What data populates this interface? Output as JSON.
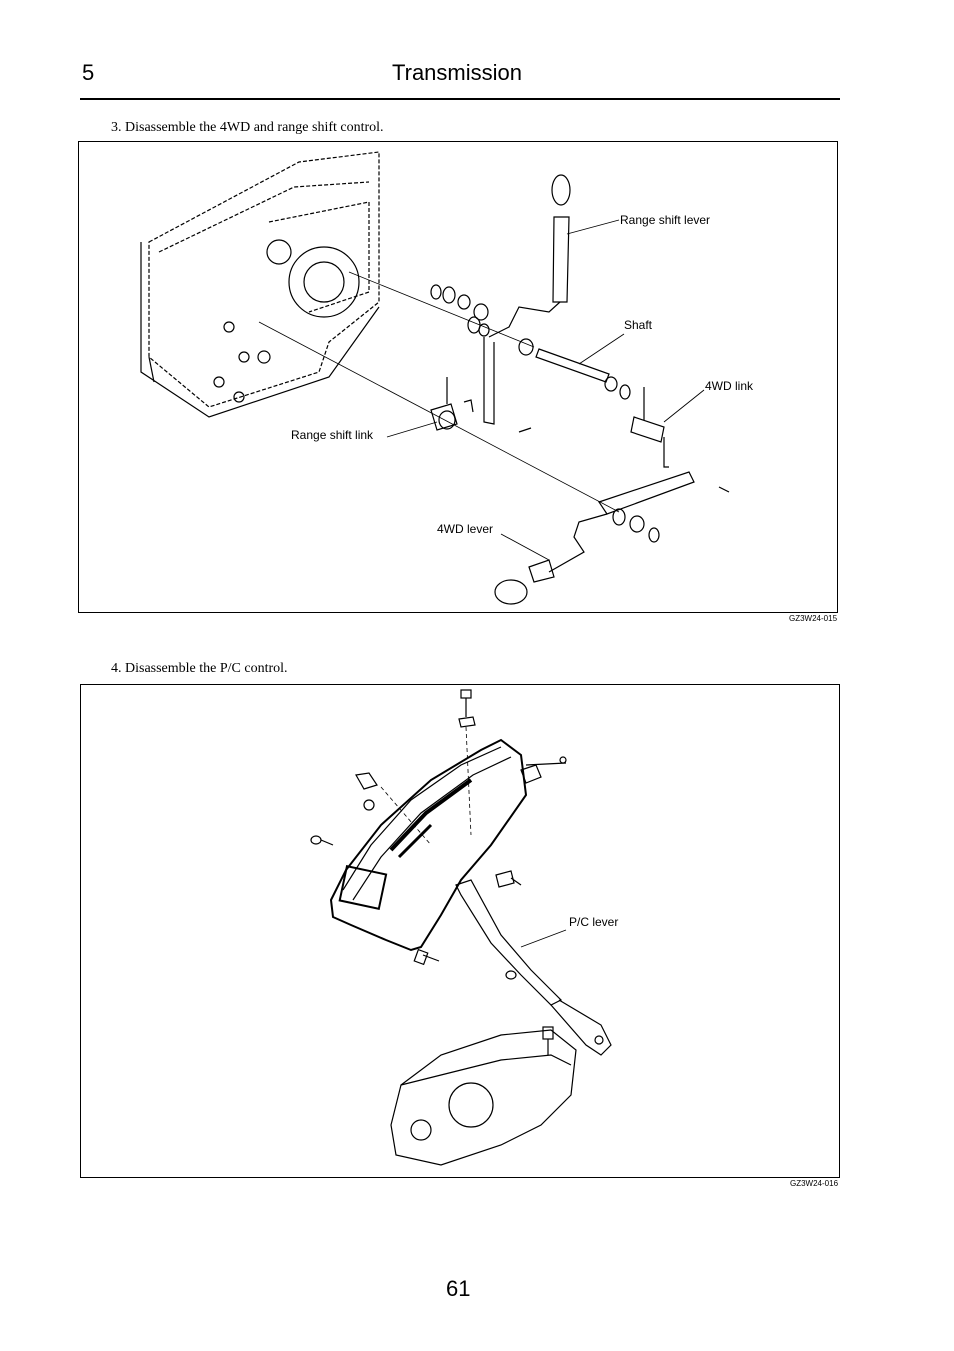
{
  "header": {
    "chapter_number": "5",
    "chapter_title": "Transmission"
  },
  "steps": [
    {
      "text": "3.  Disassemble the 4WD and range shift control.",
      "figure_code": "GZ3W24-015",
      "labels": {
        "range_shift_lever": "Range shift lever",
        "shaft": "Shaft",
        "fourwd_link": "4WD link",
        "range_shift_link": "Range shift link",
        "fourwd_lever": "4WD lever"
      }
    },
    {
      "text": "4.  Disassemble the P/C control.",
      "figure_code": "GZ3W24-016",
      "labels": {
        "pc_lever": "P/C lever"
      }
    }
  ],
  "footer": {
    "page_number": "61"
  }
}
